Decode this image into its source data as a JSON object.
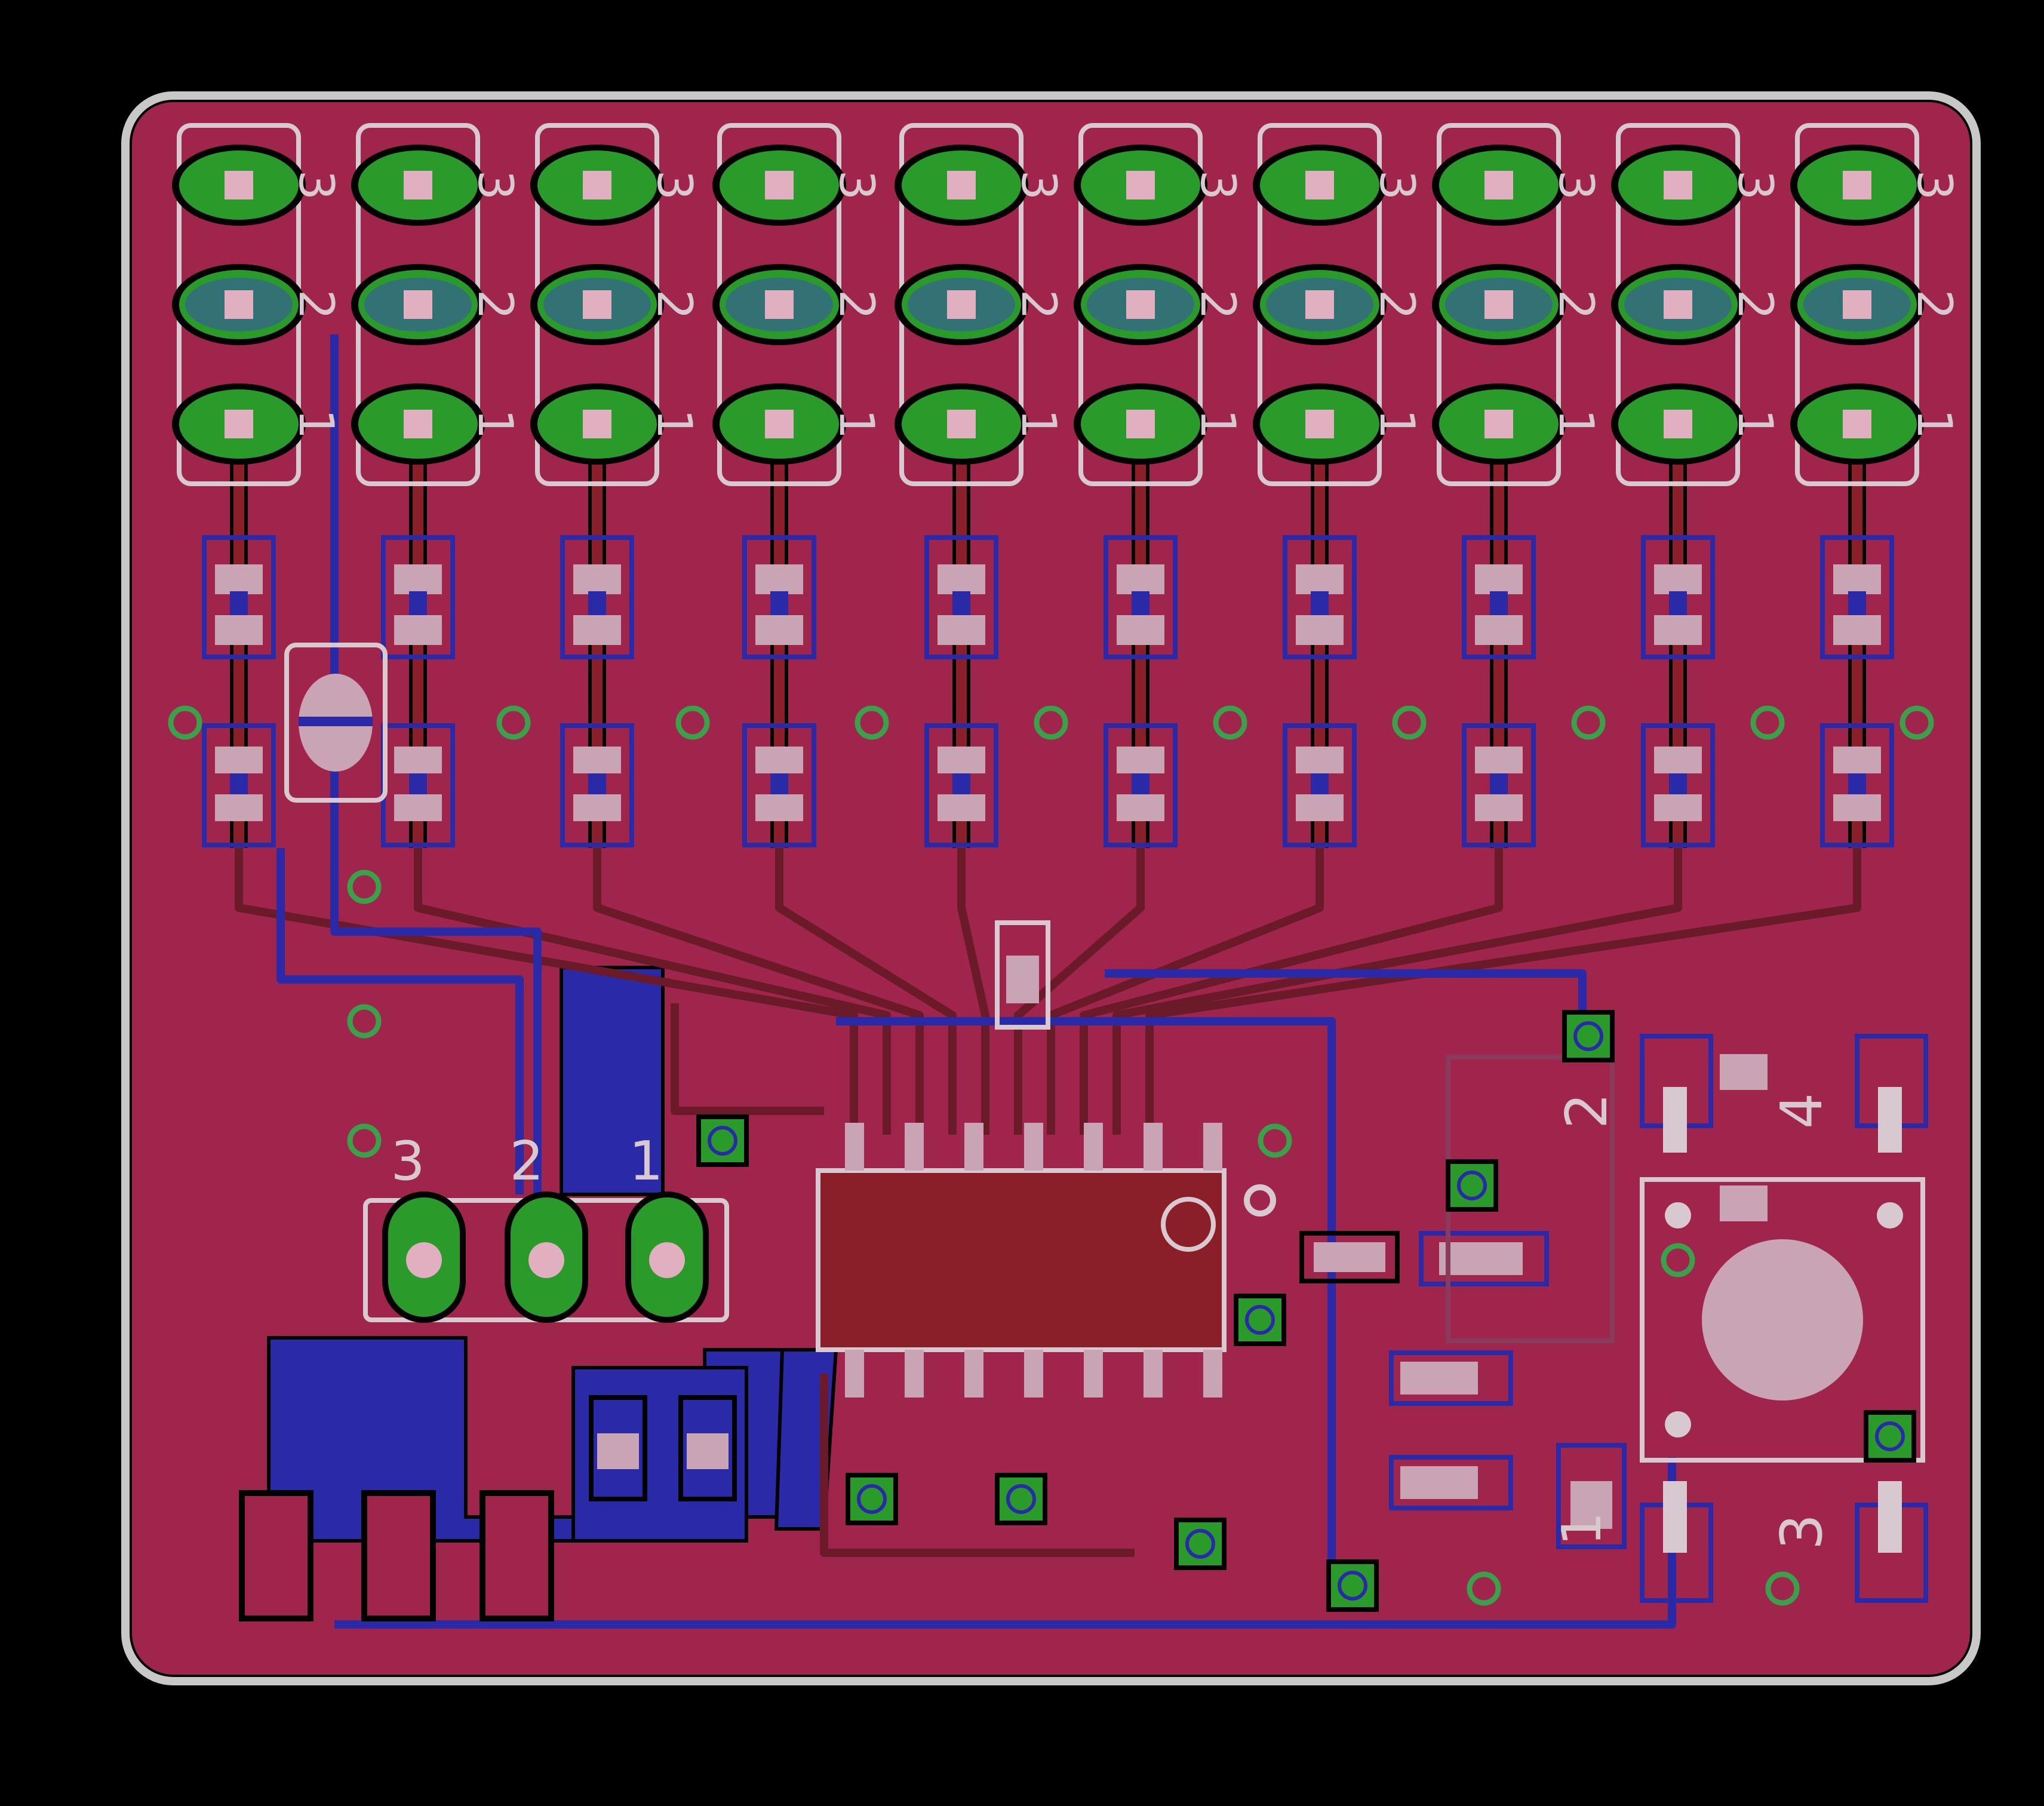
{
  "colors": {
    "background": "#000000",
    "board_fill": "#a0254d",
    "board_outline": "#c8c8c8",
    "top_copper": "#8a1f2a",
    "bottom_copper": "#2a2aa8",
    "pad_green": "#2a9a2a",
    "silkscreen": "#d8c8d0",
    "via_ring": "#3aa04a",
    "smd_pad": "#c9a4b4",
    "drill": "#e0b0c0"
  },
  "icons": {
    "pushbutton": "tactile-switch-icon",
    "crystal": "oscillator-icon"
  },
  "header_columns": [
    {
      "pin_top": "3",
      "pin_mid": "2",
      "pin_bot": "1"
    },
    {
      "pin_top": "3",
      "pin_mid": "2",
      "pin_bot": "1"
    },
    {
      "pin_top": "3",
      "pin_mid": "2",
      "pin_bot": "1"
    },
    {
      "pin_top": "3",
      "pin_mid": "2",
      "pin_bot": "1"
    },
    {
      "pin_top": "3",
      "pin_mid": "2",
      "pin_bot": "1"
    },
    {
      "pin_top": "3",
      "pin_mid": "2",
      "pin_bot": "1"
    },
    {
      "pin_top": "3",
      "pin_mid": "2",
      "pin_bot": "1"
    },
    {
      "pin_top": "3",
      "pin_mid": "2",
      "pin_bot": "1"
    },
    {
      "pin_top": "3",
      "pin_mid": "2",
      "pin_bot": "1"
    },
    {
      "pin_top": "3",
      "pin_mid": "2",
      "pin_bot": "1"
    }
  ],
  "connector": {
    "labels": [
      "3",
      "2",
      "1"
    ]
  },
  "crystal": {
    "label": "2"
  },
  "switch": {
    "labels": [
      "4",
      "3",
      "1"
    ]
  }
}
